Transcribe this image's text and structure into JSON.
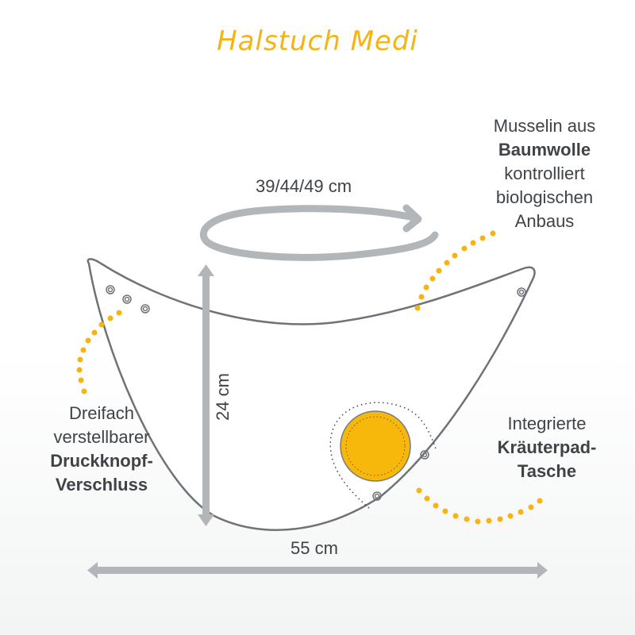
{
  "title": "Halstuch Medi",
  "colors": {
    "accent": "#f6b311",
    "outline": "#6f7276",
    "arrow": "#b3b6b9",
    "text": "#3f4347"
  },
  "dimensions": {
    "circumference": "39/44/49 cm",
    "height": "24 cm",
    "width": "55 cm"
  },
  "callouts": {
    "material": {
      "line1": "Musselin aus",
      "bold": "Baumwolle",
      "line3": "kontrolliert",
      "line4": "biologischen",
      "line5": "Anbaus"
    },
    "closure": {
      "line1": "Dreifach",
      "line2": "verstellbarer",
      "bold1": "Druckknopf-",
      "bold2": "Verschluss"
    },
    "pocket": {
      "line1": "Integrierte",
      "bold1": "Kräuterpad-",
      "bold2": "Tasche"
    }
  }
}
